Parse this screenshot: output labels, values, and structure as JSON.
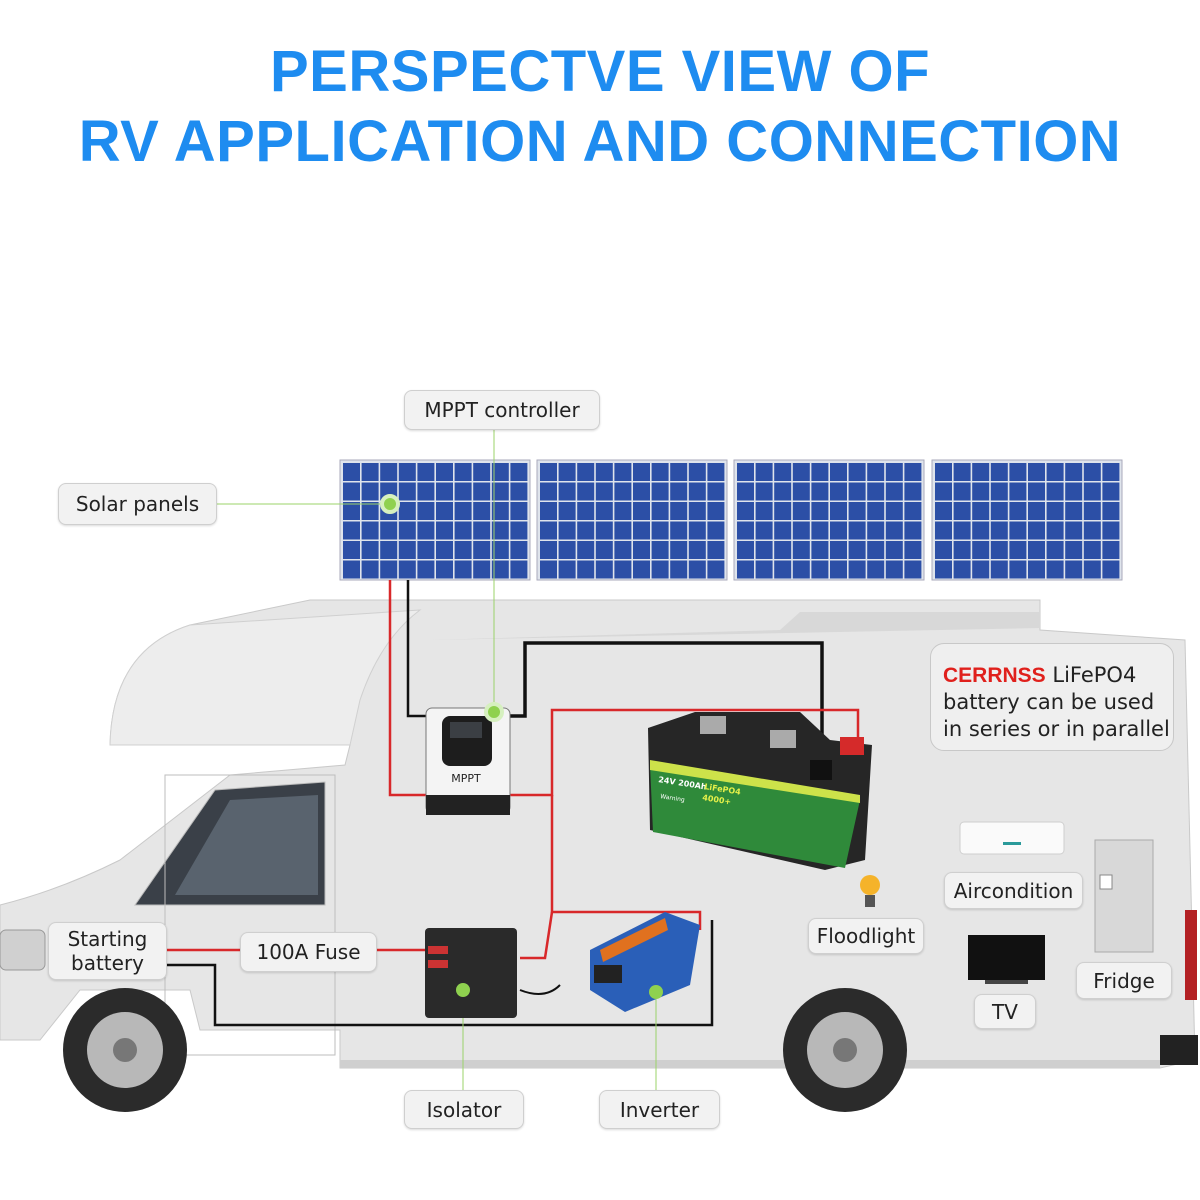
{
  "title": {
    "line1": "PERSPECTVE VIEW OF",
    "line2": "RV APPLICATION AND CONNECTION"
  },
  "labels": {
    "solar_panels": "Solar panels",
    "mppt_controller": "MPPT controller",
    "aircondition": "Aircondition",
    "floodlight": "Floodlight",
    "fridge": "Fridge",
    "tv": "TV",
    "starting_battery": "Starting battery",
    "fuse": "100A Fuse",
    "isolator": "Isolator",
    "inverter": "Inverter"
  },
  "note": {
    "brand": "CERRNSS",
    "text1": " LiFePO4",
    "text2": "battery can be used",
    "text3": "in series or in parallel"
  },
  "mppt_device": {
    "label": "MPPT"
  },
  "battery": {
    "model": "24V 200Ah",
    "chem": "LiFePO4",
    "cycles": "4000+",
    "warning": "Warning"
  },
  "colors": {
    "title": "#1e8cf0",
    "wire_positive": "#d8282a",
    "wire_negative": "#111111",
    "connector_dot": "#8fd14f",
    "brand": "#e0201c"
  }
}
